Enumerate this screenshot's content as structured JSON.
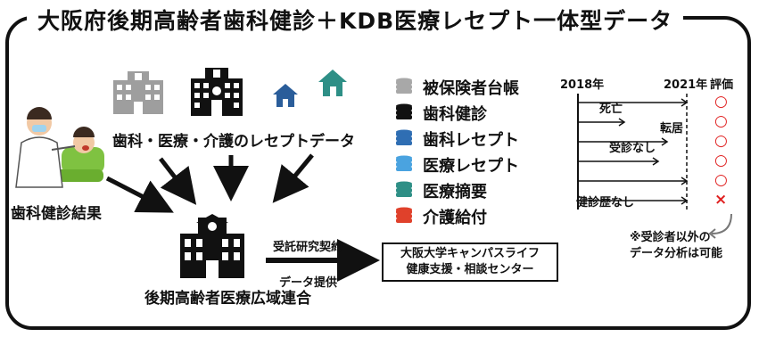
{
  "title": "大阪府後期高齢者歯科健診＋KDB医療レセプト一体型データ",
  "labels": {
    "receipt_data": "歯科・医療・介護のレセプトデータ",
    "dental_results": "歯科健診結果",
    "union": "後期高齢者医療広域連合",
    "contract": "受託研究契約",
    "provision": "データ提供",
    "center_line1": "大阪大学キャンパスライフ",
    "center_line2": "健康支援・相談センター"
  },
  "legend": [
    {
      "label": "被保険者台帳",
      "color": "#a8a8a8"
    },
    {
      "label": "歯科健診",
      "color": "#111111"
    },
    {
      "label": "歯科レセプト",
      "color": "#2f6eb3"
    },
    {
      "label": "医療レセプト",
      "color": "#4aa3e0"
    },
    {
      "label": "医療摘要",
      "color": "#2e8f86"
    },
    {
      "label": "介護給付",
      "color": "#e0412b"
    }
  ],
  "timeline": {
    "start_label": "2018年",
    "end_label": "2021年",
    "eval_header": "評価",
    "rows": [
      {
        "label": "",
        "mark": "○"
      },
      {
        "label": "死亡",
        "mark": "○"
      },
      {
        "label": "転居",
        "mark": "○"
      },
      {
        "label": "受診なし",
        "mark": "○"
      },
      {
        "label": "",
        "mark": "○"
      },
      {
        "label": "健診歴なし",
        "mark": "×"
      }
    ],
    "note_line1": "※受診者以外の",
    "note_line2": "データ分析は可能"
  },
  "colors": {
    "legend_dark": "#111111",
    "red": "#e02020",
    "building_gray": "#9e9e9e",
    "house_blue": "#2a5d9a",
    "house_teal": "#2e8f86"
  }
}
